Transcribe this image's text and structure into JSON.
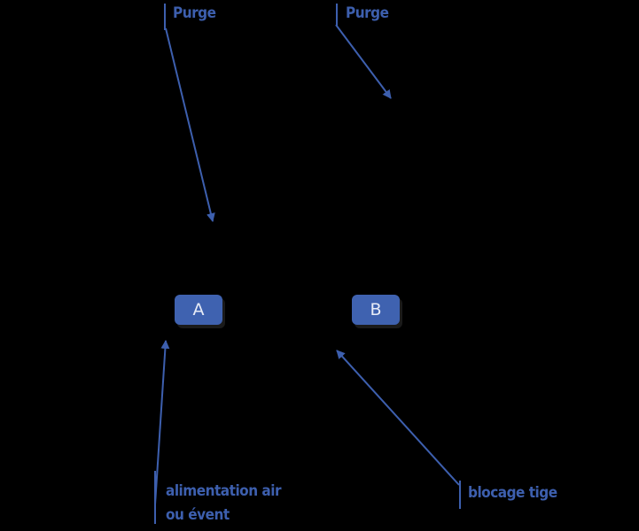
{
  "labels": {
    "purge_left": "Purge",
    "purge_right": "Purge",
    "air_supply_line1": "alimentation air",
    "air_supply_line2": "ou évent",
    "rod_lock": "blocage tige"
  },
  "boxes": {
    "a": "A",
    "b": "B"
  },
  "colors": {
    "background": "#000000",
    "accent": "#3d5fae",
    "box_fill": "#3f62b0",
    "box_text": "#e8ecf7"
  }
}
